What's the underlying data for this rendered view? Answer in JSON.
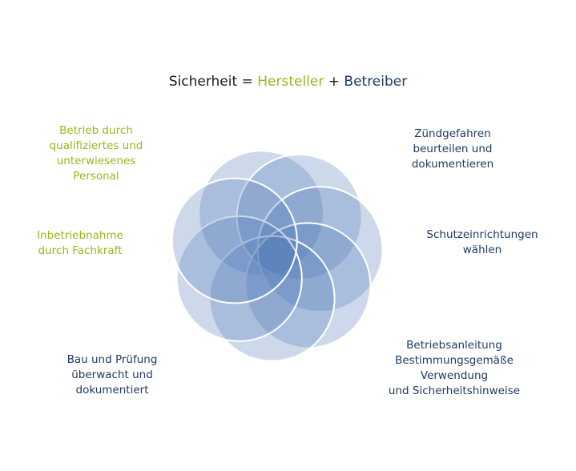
{
  "title": {
    "part1": "Sicherheit",
    "eq": "=",
    "part2": "Hersteller",
    "plus": "+",
    "part3": "Betreiber"
  },
  "labels": {
    "top_left": [
      "Betrieb durch",
      "qualifiziertes und",
      "unterwiesenes",
      "Personal"
    ],
    "mid_left": [
      "Inbetriebnahme",
      "durch Fachkraft"
    ],
    "bottom_left": [
      "Bau und Prüfung",
      "überwacht und",
      "dokumentiert"
    ],
    "top_right": [
      "Zündgefahren",
      "beurteilen und",
      "dokumentieren"
    ],
    "mid_right": [
      "Schutzeinrichtungen",
      "wählen"
    ],
    "bottom_right": [
      "Betriebsanleitung",
      "Bestimmungsgemäße",
      "Verwendung",
      "und Sicherheitshinweise"
    ]
  },
  "colors": {
    "green": "#a0b21c",
    "navy": "#1f3a63",
    "petal_fill": "#4a78b8",
    "petal_stroke": "#ffffff"
  }
}
